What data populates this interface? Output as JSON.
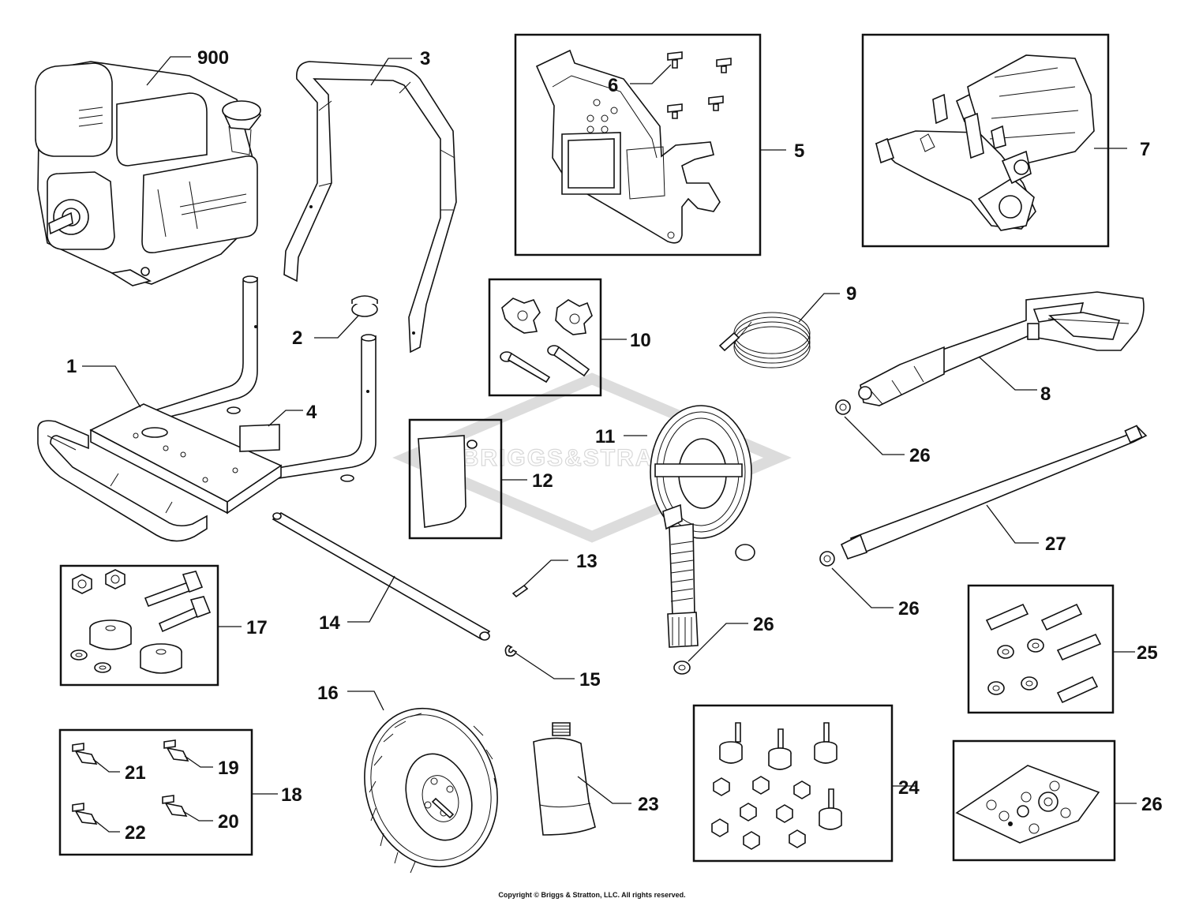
{
  "diagram": {
    "watermark": "BRIGGS&STRATTON",
    "copyright": "Copyright © Briggs & Stratton, LLC. All rights reserved.",
    "labels": {
      "p900": "900",
      "p1": "1",
      "p2": "2",
      "p3": "3",
      "p4": "4",
      "p5": "5",
      "p6": "6",
      "p7": "7",
      "p8": "8",
      "p9": "9",
      "p10": "10",
      "p11": "11",
      "p12": "12",
      "p13": "13",
      "p14": "14",
      "p15": "15",
      "p16": "16",
      "p17": "17",
      "p18": "18",
      "p19": "19",
      "p20": "20",
      "p21": "21",
      "p22": "22",
      "p23": "23",
      "p24": "24",
      "p25": "25",
      "p26a": "26",
      "p26b": "26",
      "p26c": "26",
      "p26d": "26",
      "p27": "27"
    }
  }
}
